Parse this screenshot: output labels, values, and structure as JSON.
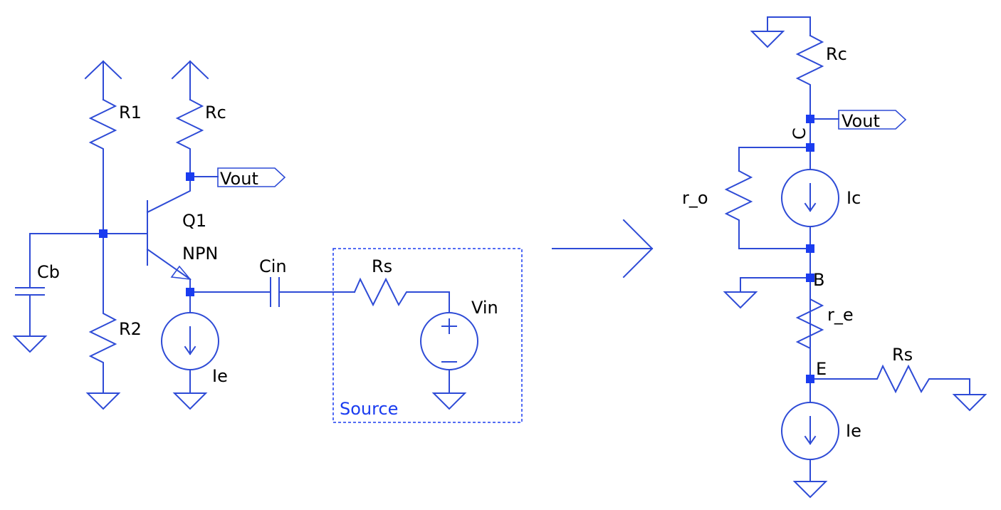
{
  "left_circuit": {
    "labels": {
      "r1": "R1",
      "rc": "Rc",
      "r2": "R2",
      "cb": "Cb",
      "q1": "Q1",
      "npn": "NPN",
      "vout": "Vout",
      "cin": "Cin",
      "ie": "Ie",
      "rs": "Rs",
      "vin": "Vin",
      "source": "Source"
    }
  },
  "right_circuit": {
    "labels": {
      "rc": "Rc",
      "vout": "Vout",
      "node_c": "C",
      "r_o": "r_o",
      "ic": "Ic",
      "node_b": "B",
      "r_e": "r_e",
      "node_e": "E",
      "rs": "Rs",
      "ie": "Ie"
    }
  },
  "colors": {
    "wire": "#2e4bd6",
    "junction": "#1a3cf0",
    "label": "#000000",
    "source_label": "#1a3cf0",
    "background": "#ffffff"
  }
}
